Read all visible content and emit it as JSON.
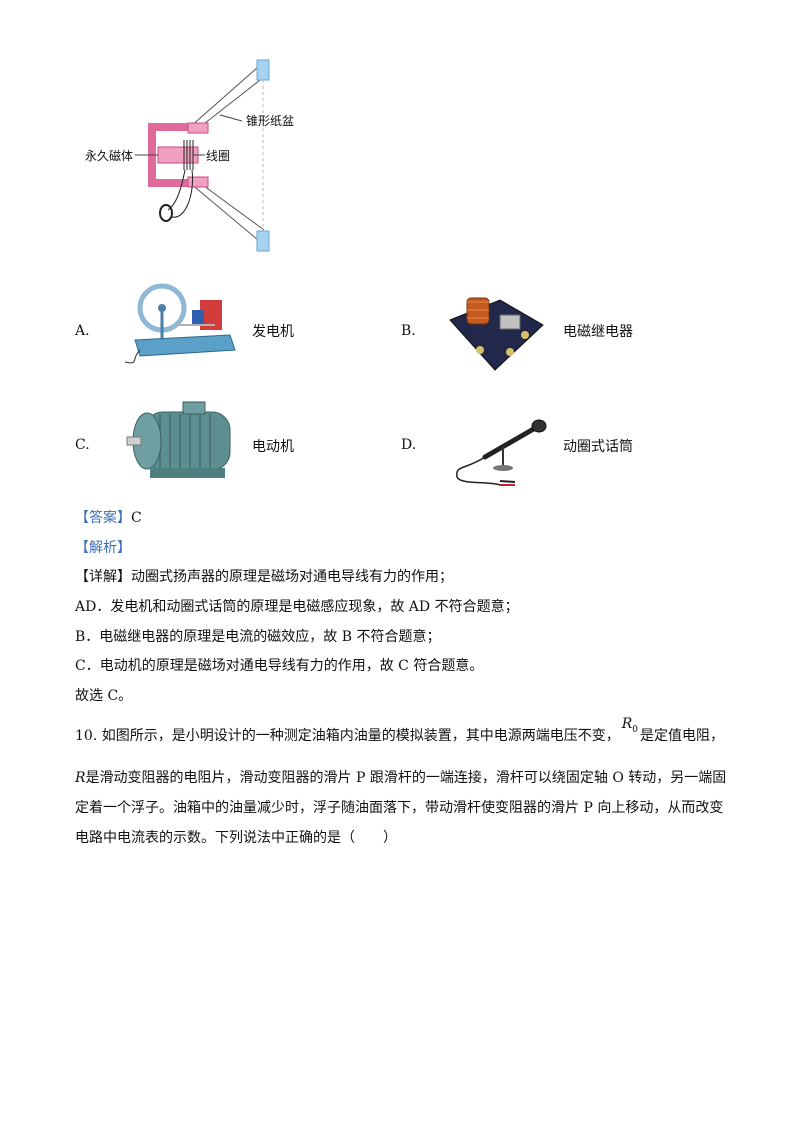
{
  "figure": {
    "label_cone": "锥形纸盆",
    "label_magnet": "永久磁体",
    "label_coil": "线圈"
  },
  "options": [
    {
      "letter": "A.",
      "text": "发电机"
    },
    {
      "letter": "B.",
      "text": "电磁继电器"
    },
    {
      "letter": "C.",
      "text": "电动机"
    },
    {
      "letter": "D.",
      "text": "动圈式话筒"
    }
  ],
  "answer": {
    "tag": "【答案】",
    "value": "C"
  },
  "analysis_tag": "【解析】",
  "detail": {
    "tag": "【详解】",
    "line1": "动圈式扬声器的原理是磁场对通电导线有力的作用；",
    "line2": "AD．发电机和动圈式话筒的原理是电磁感应现象，故 AD 不符合题意；",
    "line3": "B．电磁继电器的原理是电流的磁效应，故 B 不符合题意；",
    "line4": "C．电动机的原理是磁场对通电导线有力的作用，故 C 符合题意。",
    "line5": "故选 C。"
  },
  "question10": {
    "line1_a": "10. 如图所示，是小明设计的一种测定油箱内油量的模拟装置，其中电源两端电压不变，",
    "r0_main": "R",
    "r0_sub": "0",
    "line1_b": "是定值电阻，",
    "line2_r": "R",
    "line2": "是滑动变阻器的电阻片，滑动变阻器的滑片 P 跟滑杆的一端连接，滑杆可以绕固定轴 O 转动，另一端固",
    "line3": "定着一个浮子。油箱中的油量减少时，浮子随油面落下，带动滑杆使变阻器的滑片 P 向上移动，从而改变",
    "line4": "电路中电流表的示数。下列说法中正确的是（　　）"
  }
}
